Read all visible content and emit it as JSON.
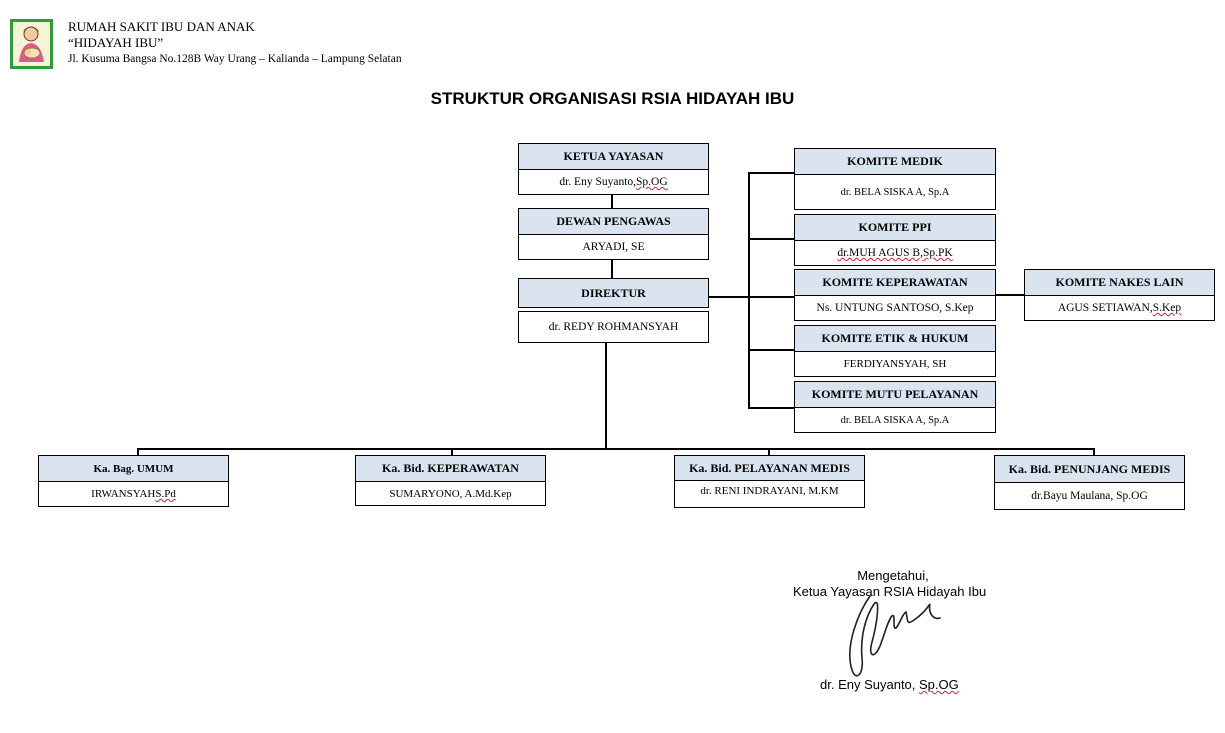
{
  "header": {
    "line1": "RUMAH SAKIT IBU DAN ANAK",
    "line2": "“HIDAYAH IBU”",
    "line3": "Jl. Kusuma Bangsa No.128B Way Urang – Kalianda – Lampung Selatan"
  },
  "title": "STRUKTUR ORGANISASI RSIA HIDAYAH IBU",
  "main_chain": {
    "ketua": {
      "role": "KETUA YAYASAN",
      "name_main": "dr. Eny Suyanto, ",
      "name_suffix": "Sp.OG"
    },
    "dewan": {
      "role": "DEWAN PENGAWAS",
      "name": "ARYADI, SE"
    },
    "direktur": {
      "role": "DIREKTUR",
      "name": "dr. REDY ROHMANSYAH"
    }
  },
  "committees": {
    "medik": {
      "role": "KOMITE MEDIK",
      "name": "dr. BELA SISKA A, Sp.A"
    },
    "ppi": {
      "role": "KOMITE PPI",
      "name_main": "dr.MUH AGUS B,Sp.PK"
    },
    "keperawatan": {
      "role": "KOMITE KEPERAWATAN",
      "name": "Ns. UNTUNG SANTOSO, S.Kep"
    },
    "etik": {
      "role": "KOMITE ETIK & HUKUM",
      "name": "FERDIYANSYAH, SH"
    },
    "mutu": {
      "role": "KOMITE MUTU PELAYANAN",
      "name": "dr. BELA SISKA A, Sp.A"
    },
    "nakes": {
      "role": "KOMITE NAKES LAIN",
      "name_main": "AGUS SETIAWAN, ",
      "name_suffix": "S.Kep"
    }
  },
  "departments": {
    "umum": {
      "role": "Ka. Bag. UMUM",
      "name_main": "IRWANSYAH ",
      "name_suffix": "S.Pd"
    },
    "keperawatan": {
      "role": "Ka. Bid. KEPERAWATAN",
      "name": "SUMARYONO, A.Md.Kep"
    },
    "pelayanan": {
      "role": "Ka. Bid. PELAYANAN MEDIS",
      "name": "dr. RENI INDRAYANI, M.KM"
    },
    "penunjang": {
      "role": "Ka. Bid. PENUNJANG MEDIS",
      "name": "dr.Bayu Maulana,  Sp.OG"
    }
  },
  "signature": {
    "line1": "Mengetahui,",
    "line2": "Ketua Yayasan RSIA Hidayah Ibu",
    "name_main": "dr. Eny Suyanto, ",
    "name_suffix": "Sp.OG"
  },
  "colors": {
    "box_header": "#dae3f0",
    "logo_border": "#2e9e3a"
  }
}
